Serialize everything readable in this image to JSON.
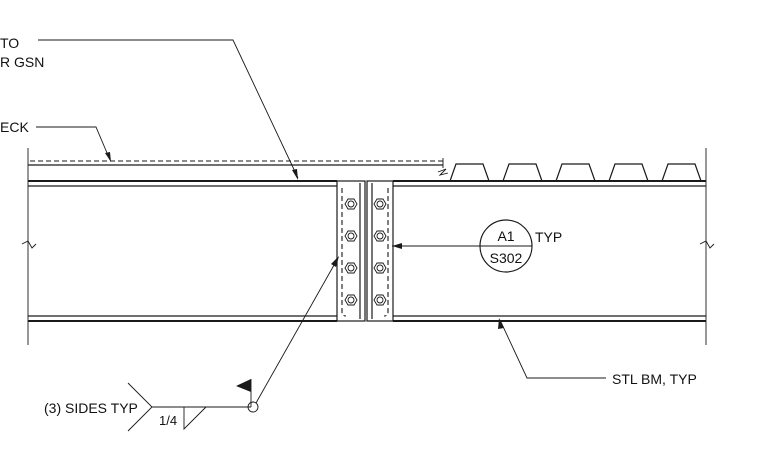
{
  "notes": {
    "top_line1": "TO",
    "top_line2": "R GSN",
    "deck": "ECK",
    "weld_note": "(3) SIDES TYP",
    "weld_size": "1/4",
    "beam_note": "STL BM, TYP"
  },
  "section_marker": {
    "detail": "A1",
    "sheet": "S302",
    "suffix": "TYP"
  },
  "colors": {
    "ink": "#1a1a1a",
    "background": "#ffffff"
  }
}
